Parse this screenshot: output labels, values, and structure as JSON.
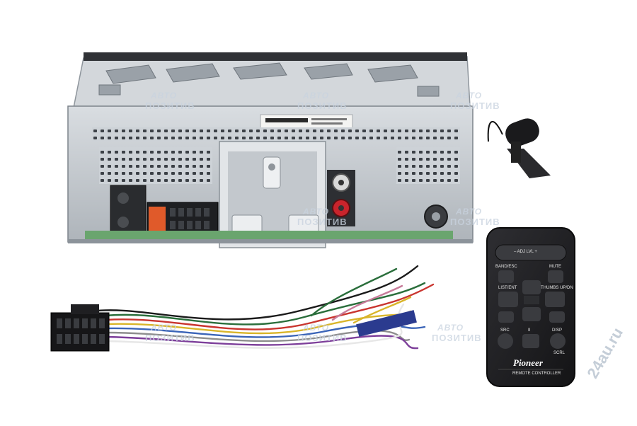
{
  "watermark": {
    "brand_top": "АВТО",
    "brand_bottom": "ПОЗИТИВ",
    "site": "24au.ru"
  },
  "remote": {
    "brand": "Pioneer",
    "caption": "REMOTE CONTROLLER",
    "labels": {
      "volume": "– ADJ LVL +",
      "band": "BAND/ESC",
      "mute": "MUTE",
      "list": "LIST/ENT",
      "thumbsup": "THUMBS UP/DN",
      "src": "SRC",
      "pause": "II",
      "disp": "DISP",
      "scrl": "SCRL"
    }
  },
  "colors": {
    "chassis": "#c7ccd1",
    "chassis_dark": "#8e959c",
    "remote_body": "#1f1f22",
    "rca_red": "#c8242c",
    "rca_white": "#e8e8e8",
    "pcb_green": "#6aa56e"
  }
}
